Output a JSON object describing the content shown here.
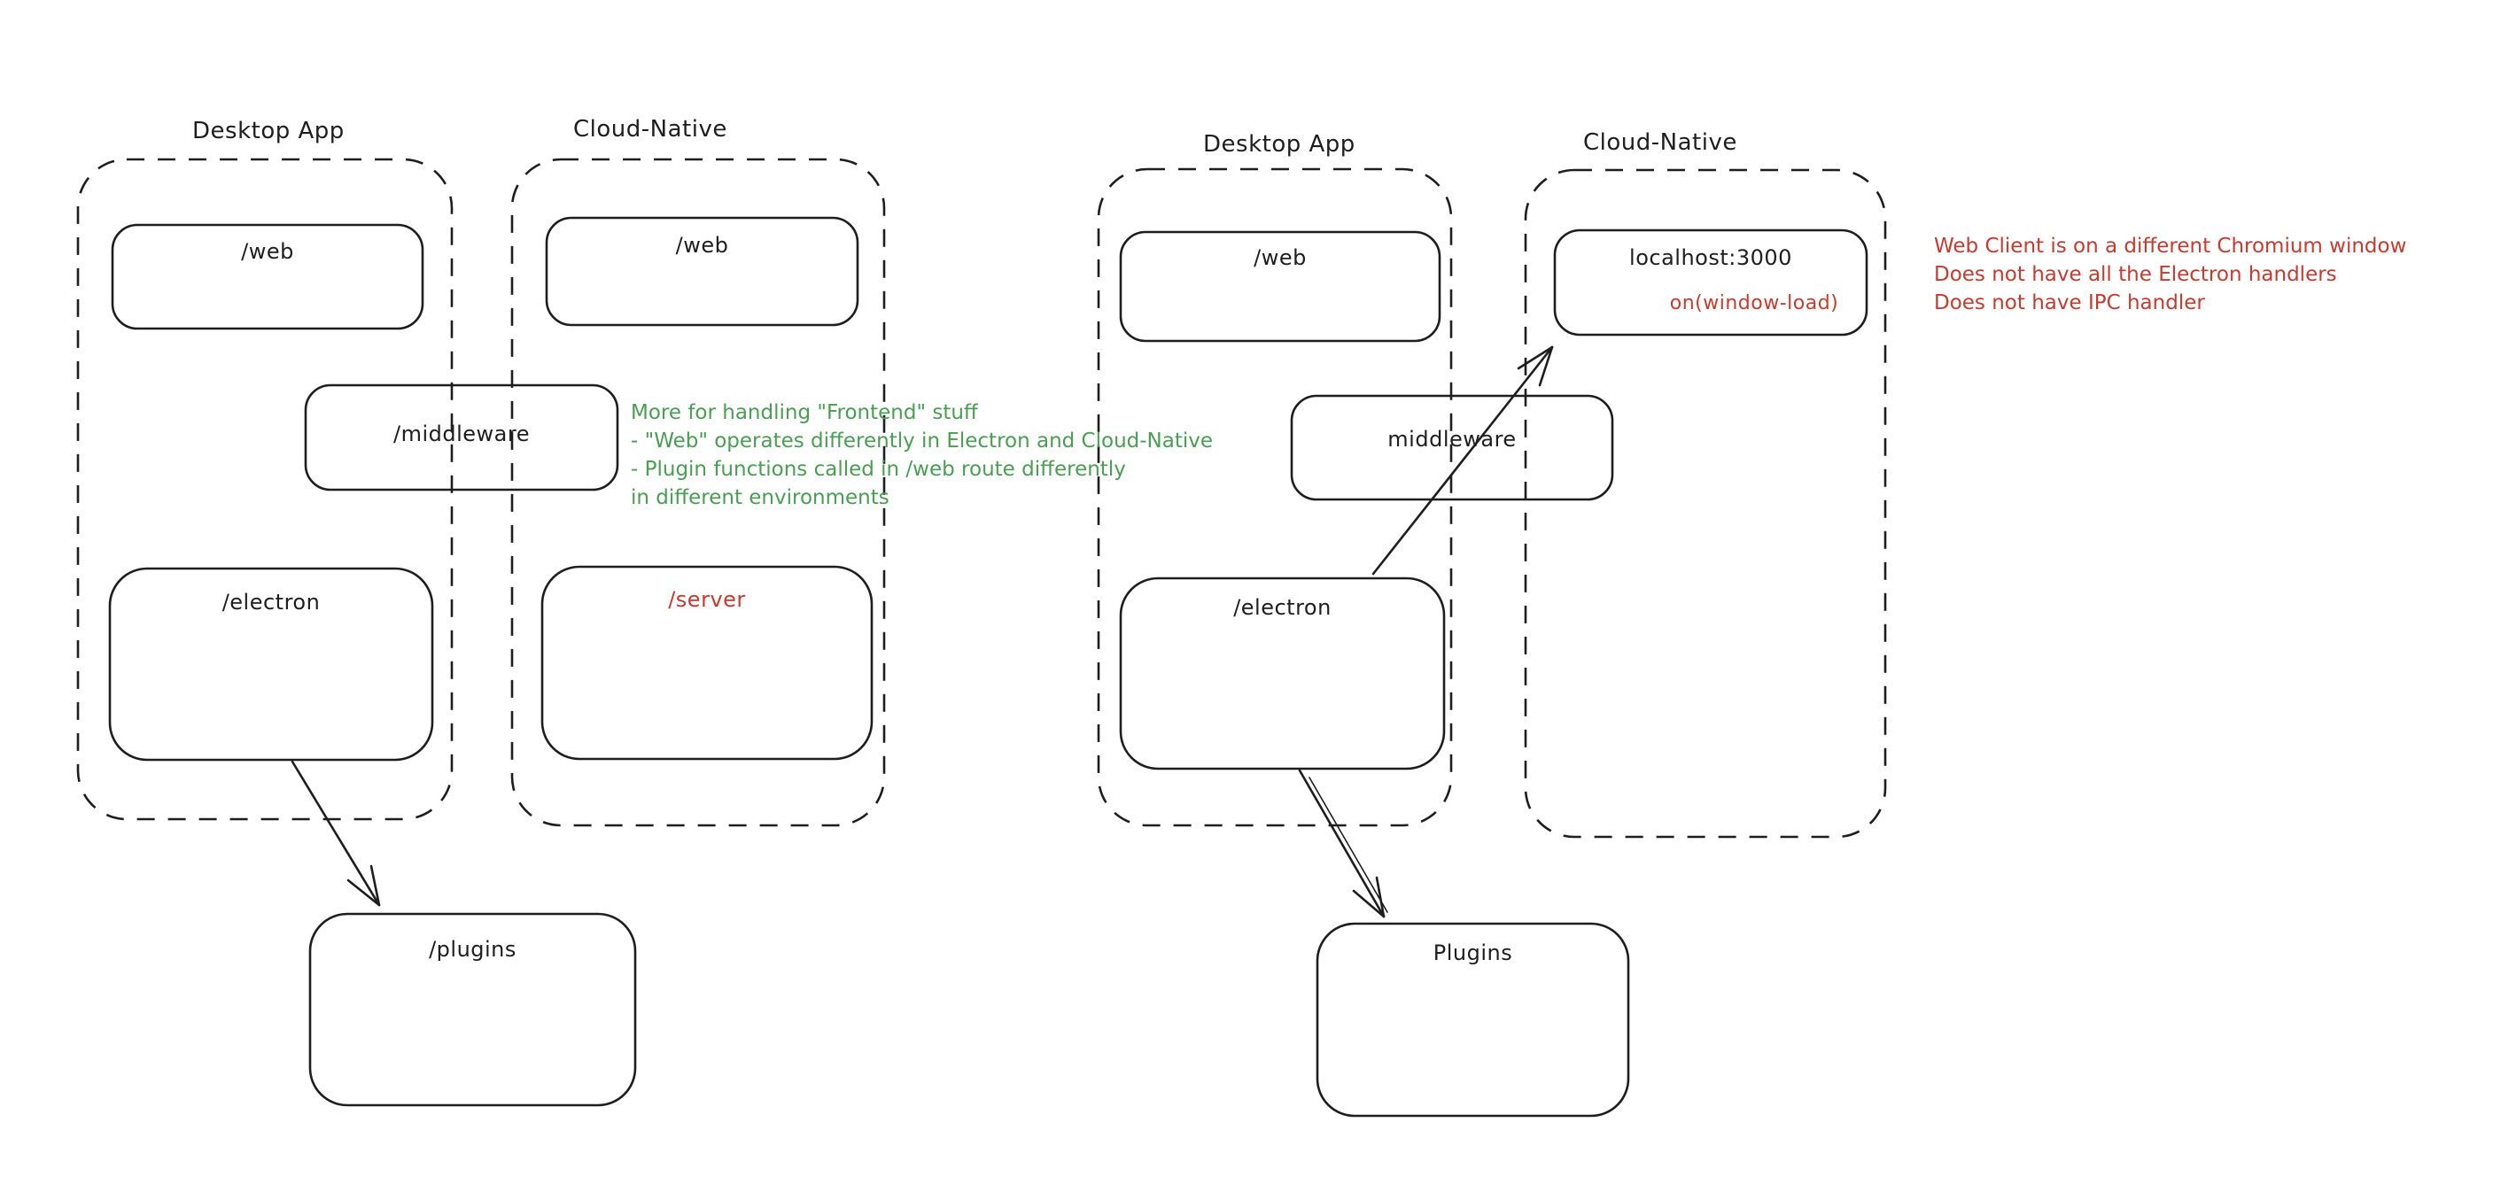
{
  "diagram": {
    "colors": {
      "stroke": "#1e1e1e",
      "green_note": "#4a9e53",
      "red_accent": "#c73b2f",
      "background": "#ffffff"
    },
    "left": {
      "desktop_label": "Desktop App",
      "cloud_label": "Cloud-Native",
      "web_desktop": "/web",
      "web_cloud": "/web",
      "middleware": "/middleware",
      "electron": "/electron",
      "server": "/server",
      "plugins": "/plugins",
      "green_note": [
        "More for handling \"Frontend\" stuff",
        "- \"Web\" operates differently in Electron and Cloud-Native",
        "- Plugin functions called in /web route differently",
        "in different environments"
      ]
    },
    "right": {
      "desktop_label": "Desktop App",
      "cloud_label": "Cloud-Native",
      "web": "/web",
      "middleware": "middleware",
      "electron": "/electron",
      "localhost": "localhost:3000",
      "window_load": "on(window-load)",
      "plugins": "Plugins",
      "red_note": [
        "Web Client is on a different Chromium window",
        "Does not have all the Electron handlers",
        "Does not have IPC handler"
      ]
    }
  }
}
